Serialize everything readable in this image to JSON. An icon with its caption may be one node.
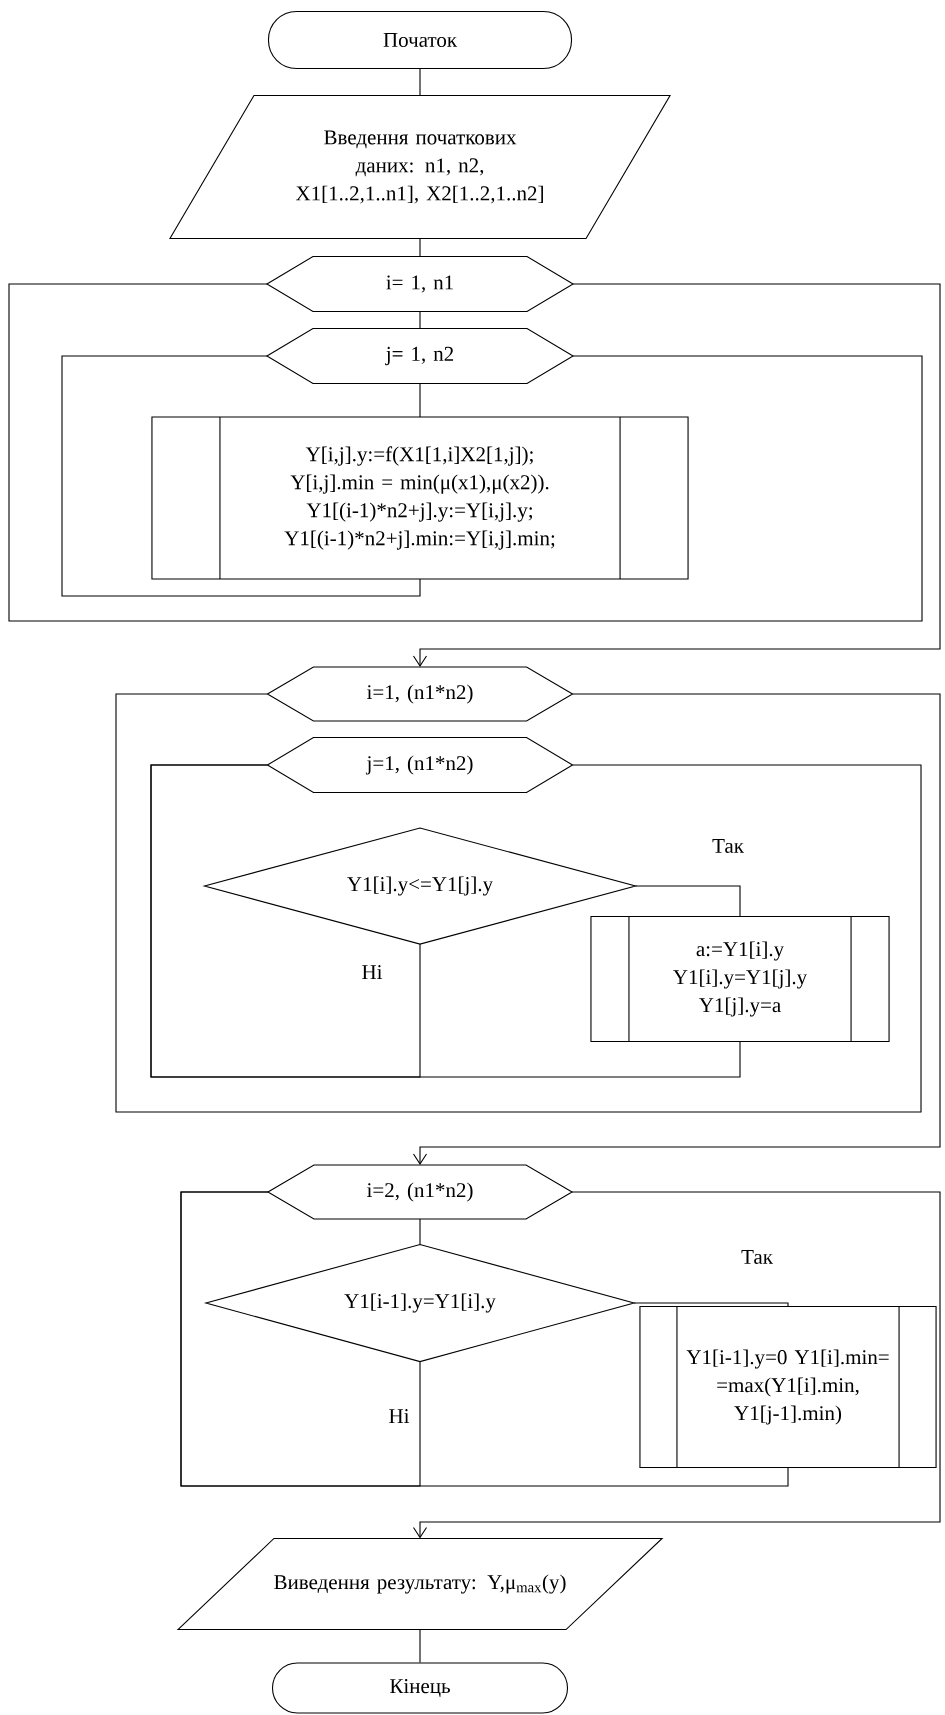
{
  "diagram": {
    "nodes": [
      {
        "text": [
          "Початок"
        ]
      },
      {
        "text": [
          "Введення початкових даних: n1, n2, X1[1..2,1..n1], X2[1..2,1..n2]"
        ]
      },
      {
        "text": [
          "i= 1, n1"
        ]
      },
      {
        "text": [
          "j= 1, n2"
        ]
      },
      {
        "text": [
          "Y[i,j].y:=f(X1[1,i]X2[1,j]); Y[i,j].min = min(μ(x1),μ(x2)). Y1[(i-1)*n2+j].y:=Y[i,j].y; Y1[(i-1)*n2+j].min:=Y[i,j].min;"
        ]
      },
      {
        "text": [
          "i=1, (n1*n2)"
        ]
      },
      {
        "text": [
          "j=1, (n1*n2)"
        ]
      },
      {
        "text": [
          "Y1[i].y<=Y1[j].y"
        ]
      },
      {
        "text": [
          "a:=Y1[i].y Y1[i].y=Y1[j].y Y1[j].y=a"
        ]
      },
      {
        "text": [
          "i=2, (n1*n2)"
        ]
      },
      {
        "text": [
          "Y1[i-1].y=Y1[i].y"
        ]
      },
      {
        "text": [
          "Y1[i-1].y=0 Y1[i].min= =max(Y1[i].min, Y1[j-1].min)"
        ]
      },
      {
        "text": [
          "Виведення результату: Y,μ$_{max}$(y)"
        ]
      },
      {
        "text": [
          "Кінець"
        ]
      }
    ],
    "edges": [
      {
        "from": 0,
        "to": 1,
        "arrow": "none"
      },
      {
        "from": 1,
        "to": 2,
        "arrow": "none"
      },
      {
        "from": 2,
        "to": 3,
        "arrow": "none"
      },
      {
        "from": 3,
        "to": 4,
        "arrow": "none"
      },
      {
        "from": 4,
        "to": 3,
        "arrow": "none"
      },
      {
        "from": 3,
        "to": 2,
        "arrow": "none"
      },
      {
        "from": 2,
        "to": 5,
        "arrow": "to"
      },
      {
        "from": 7,
        "to": 8,
        "arrow": "none",
        "label": "Так"
      },
      {
        "from": 7,
        "to": 6,
        "arrow": "none",
        "label": "Ні"
      },
      {
        "from": 8,
        "to": 6,
        "arrow": "none"
      },
      {
        "from": 6,
        "to": 5,
        "arrow": "none"
      },
      {
        "from": 5,
        "to": 9,
        "arrow": "to"
      },
      {
        "from": 9,
        "to": 10,
        "arrow": "none"
      },
      {
        "from": 10,
        "to": 11,
        "arrow": "none",
        "label": "Так"
      },
      {
        "from": 10,
        "to": 9,
        "arrow": "none",
        "label": "Ні"
      },
      {
        "from": 11,
        "to": 9,
        "arrow": "none"
      },
      {
        "from": 9,
        "to": 12,
        "arrow": "to"
      },
      {
        "from": 12,
        "to": 13,
        "arrow": "none"
      }
    ]
  }
}
